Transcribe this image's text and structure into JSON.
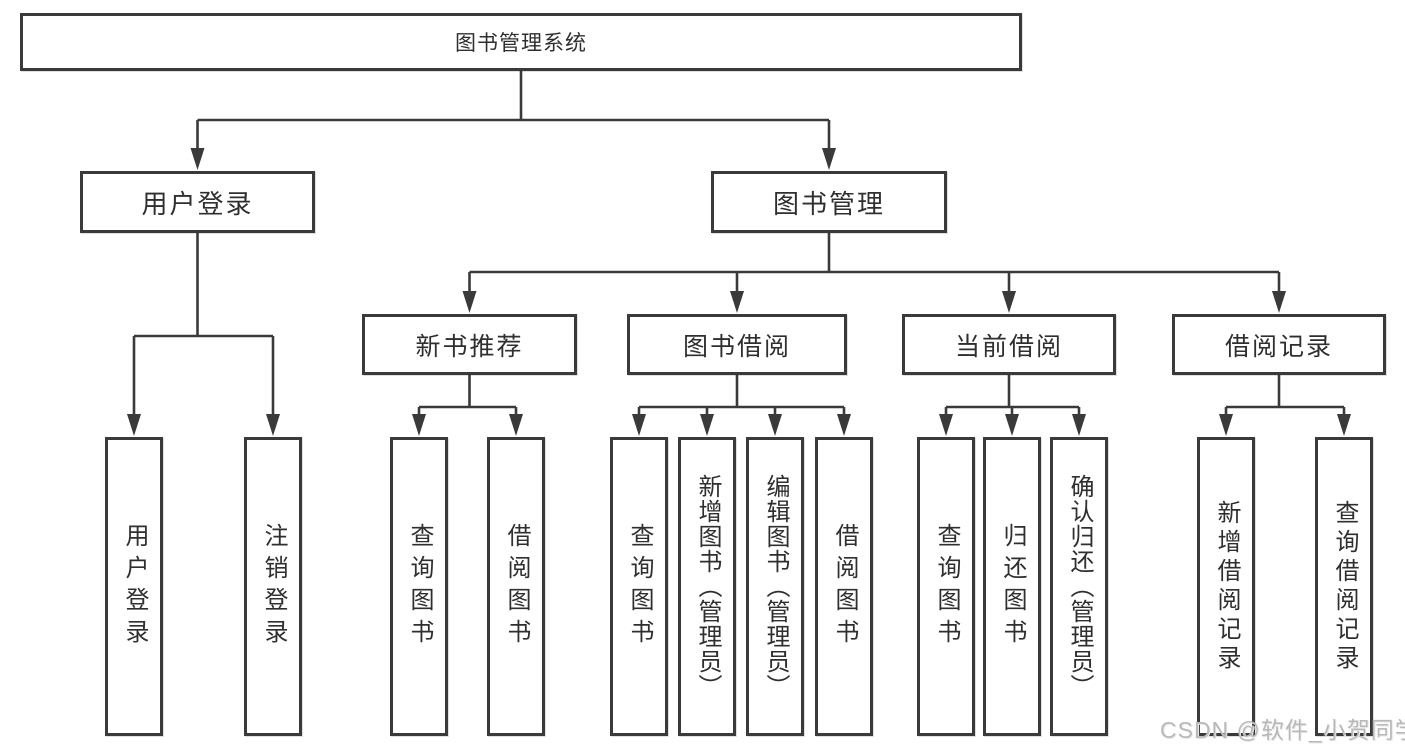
{
  "diagram": {
    "root": {
      "label": "图书管理系统"
    },
    "branches": [
      {
        "label": "用户登录",
        "children": [
          {
            "label": "用户登录"
          },
          {
            "label": "注销登录"
          }
        ]
      },
      {
        "label": "图书管理",
        "children": [
          {
            "label": "新书推荐",
            "children": [
              {
                "label": "查询图书"
              },
              {
                "label": "借阅图书"
              }
            ]
          },
          {
            "label": "图书借阅",
            "children": [
              {
                "label": "查询图书"
              },
              {
                "label": "新增图书（管理员）"
              },
              {
                "label": "编辑图书（管理员）"
              },
              {
                "label": "借阅图书"
              }
            ]
          },
          {
            "label": "当前借阅",
            "children": [
              {
                "label": "查询图书"
              },
              {
                "label": "归还图书"
              },
              {
                "label": "确认归还（管理员）"
              }
            ]
          },
          {
            "label": "借阅记录",
            "children": [
              {
                "label": "新增借阅记录"
              },
              {
                "label": "查询借阅记录"
              }
            ]
          }
        ]
      }
    ]
  },
  "watermark": {
    "text": "CSDN @软件_小贺同学"
  },
  "colors": {
    "line": "#3a3a3a",
    "box_border": "#3a3a3a",
    "box_bg": "#ffffff",
    "text": "#2f2f2f",
    "watermark": "#b9b9b9"
  }
}
